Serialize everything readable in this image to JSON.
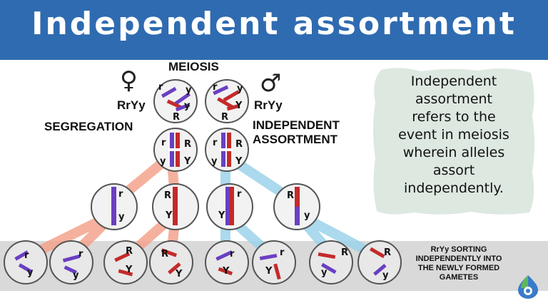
{
  "title": "Independent assortment",
  "labels": {
    "meiosis": "MEIOSIS",
    "female_genotype": "RrYy",
    "male_genotype": "RrYy",
    "segregation": "SEGREGATION",
    "independent_line1": "INDEPENDENT",
    "independent_line2": "ASSORTMENT",
    "sorting_line1": "RrYy SORTING",
    "sorting_line2": "INDEPENDENTLY INTO",
    "sorting_line3": "THE NEWLY FORMED",
    "sorting_line4": "GAMETES"
  },
  "symbols": {
    "female": "♀",
    "male": "♂"
  },
  "note": {
    "lines": [
      "Independent",
      "assortment",
      "refers to the",
      "event in meiosis",
      "wherein alleles",
      "assort",
      "independently."
    ]
  },
  "alleles": {
    "R": "R",
    "r": "r",
    "Y": "Y",
    "y": "y"
  },
  "colors": {
    "banner": "#2f6bb0",
    "purple": "#6a3fc2",
    "red": "#c42a2a",
    "salmon_link": "#f4a48c",
    "blue_link": "#9dd3ea",
    "note_bg": "#dde8e1",
    "gray_band": "#d9d9d9"
  }
}
